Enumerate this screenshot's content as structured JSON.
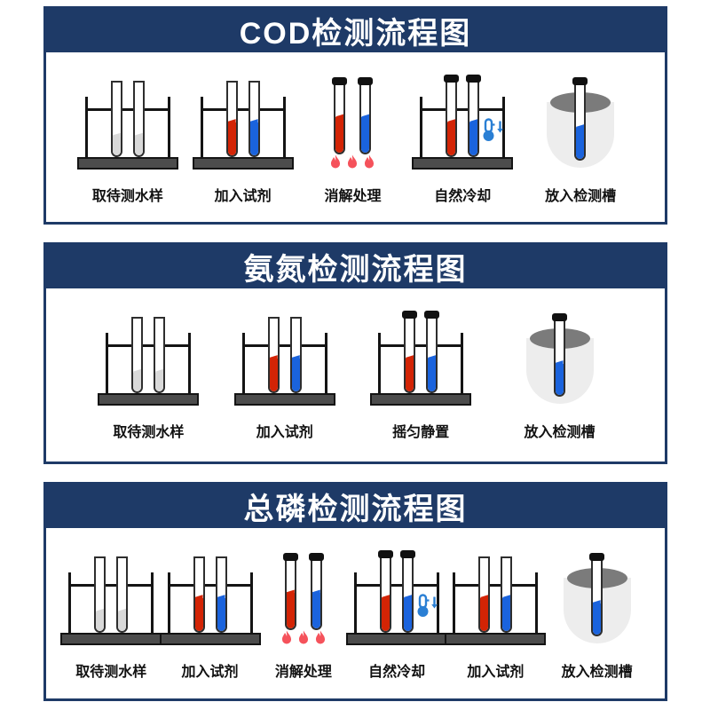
{
  "colors": {
    "banner_navy": "#1e3a67",
    "panel_border": "#1e3a67",
    "reagent_red": "#d32405",
    "reagent_blue": "#1a63dd",
    "water_sample_gray": "#d9d9d9",
    "rack_base_gray": "#4c4c4c",
    "flame_red": "#f5525b",
    "thermometer_blue": "#2a7fd4",
    "slot_body_gray": "#ededed",
    "slot_opening_gray": "#7b7b7b",
    "tube_cap_black": "#111111"
  },
  "icons": {
    "flame": "flame-icon",
    "thermometer_down": "thermometer-down-icon"
  },
  "panels": [
    {
      "title": "COD检测流程图",
      "steps": [
        {
          "label": "取待测水样",
          "figure": "rack-sample"
        },
        {
          "label": "加入试剂",
          "figure": "rack-reagent"
        },
        {
          "label": "消解处理",
          "figure": "flames"
        },
        {
          "label": "自然冷却",
          "figure": "rack-cooling"
        },
        {
          "label": "放入检测槽",
          "figure": "slot"
        }
      ]
    },
    {
      "title": "氨氮检测流程图",
      "steps": [
        {
          "label": "取待测水样",
          "figure": "rack-sample"
        },
        {
          "label": "加入试剂",
          "figure": "rack-reagent"
        },
        {
          "label": "摇匀静置",
          "figure": "rack-capped"
        },
        {
          "label": "放入检测槽",
          "figure": "slot"
        }
      ]
    },
    {
      "title": "总磷检测流程图",
      "steps": [
        {
          "label": "取待测水样",
          "figure": "rack-sample"
        },
        {
          "label": "加入试剂",
          "figure": "rack-reagent"
        },
        {
          "label": "消解处理",
          "figure": "flames"
        },
        {
          "label": "自然冷却",
          "figure": "rack-cooling"
        },
        {
          "label": "加入试剂",
          "figure": "rack-reagent"
        },
        {
          "label": "放入检测槽",
          "figure": "slot"
        }
      ]
    }
  ]
}
